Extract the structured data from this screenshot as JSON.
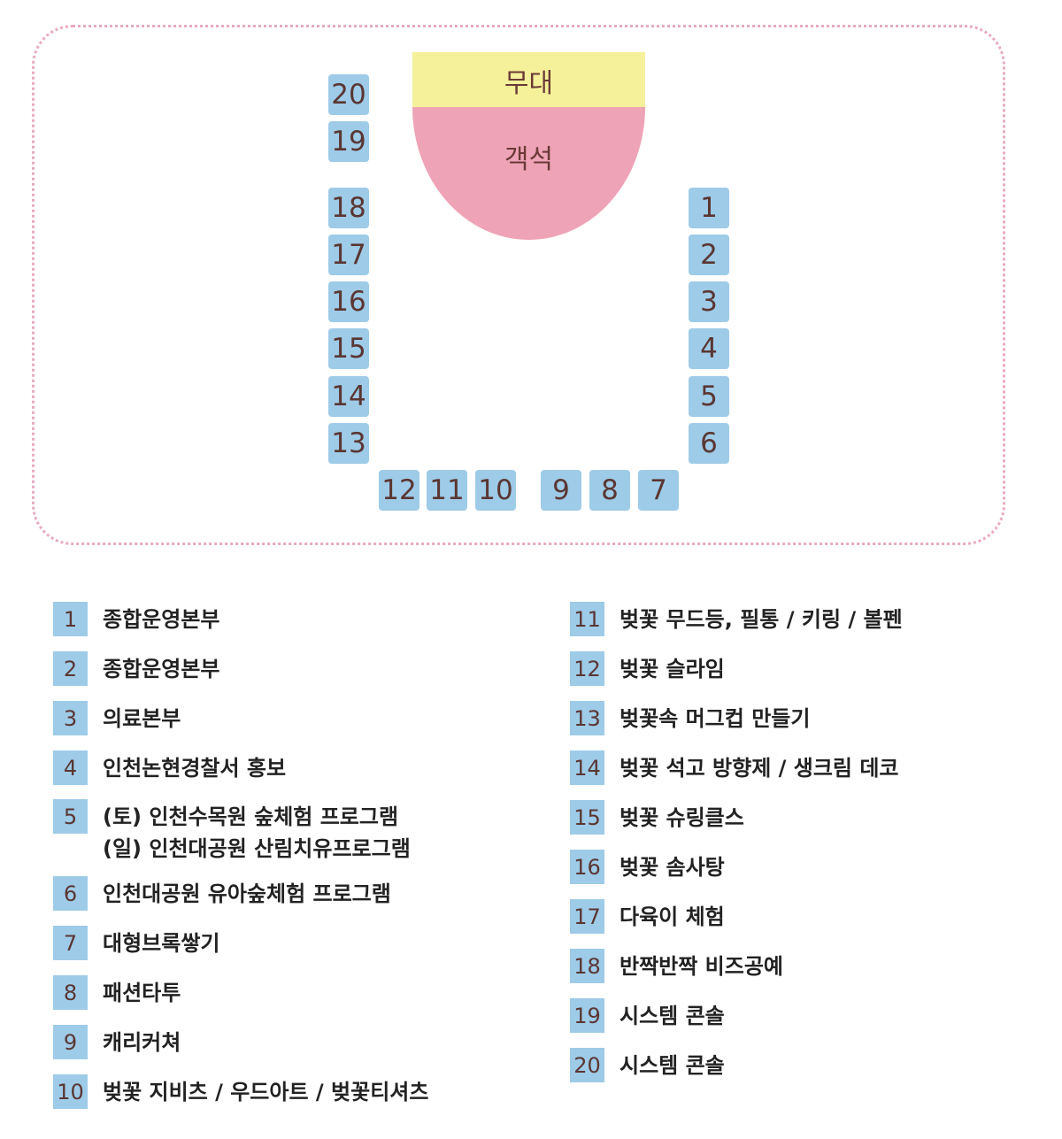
{
  "map": {
    "stage_label": "무대",
    "seats_label": "객석",
    "colors": {
      "stage": "#f5f19a",
      "seats": "#efa3b6",
      "booth": "#9ecbe8",
      "frame": "#e8a9c2"
    },
    "booths": [
      "1",
      "2",
      "3",
      "4",
      "5",
      "6",
      "7",
      "8",
      "9",
      "10",
      "11",
      "12",
      "13",
      "14",
      "15",
      "16",
      "17",
      "18",
      "19",
      "20"
    ]
  },
  "legend": {
    "left": [
      {
        "num": "1",
        "label": "종합운영본부"
      },
      {
        "num": "2",
        "label": "종합운영본부"
      },
      {
        "num": "3",
        "label": "의료본부"
      },
      {
        "num": "4",
        "label": "인천논현경찰서 홍보"
      },
      {
        "num": "5",
        "label": "(토) 인천수목원 숲체험 프로그램\n(일) 인천대공원 산림치유프로그램"
      },
      {
        "num": "6",
        "label": "인천대공원 유아숲체험 프로그램"
      },
      {
        "num": "7",
        "label": "대형브록쌓기"
      },
      {
        "num": "8",
        "label": "패션타투"
      },
      {
        "num": "9",
        "label": "캐리커쳐"
      },
      {
        "num": "10",
        "label": "벚꽃 지비츠 / 우드아트 / 벚꽃티셔츠"
      }
    ],
    "right": [
      {
        "num": "11",
        "label": "벚꽃 무드등, 필통 / 키링 / 볼펜"
      },
      {
        "num": "12",
        "label": "벚꽃 슬라임"
      },
      {
        "num": "13",
        "label": "벚꽃속 머그컵 만들기"
      },
      {
        "num": "14",
        "label": "벚꽃 석고 방향제 / 생크림 데코"
      },
      {
        "num": "15",
        "label": "벚꽃 슈링클스"
      },
      {
        "num": "16",
        "label": "벚꽃 솜사탕"
      },
      {
        "num": "17",
        "label": "다육이 체험"
      },
      {
        "num": "18",
        "label": "반짝반짝 비즈공예"
      },
      {
        "num": "19",
        "label": "시스템 콘솔"
      },
      {
        "num": "20",
        "label": "시스템 콘솔"
      }
    ]
  }
}
